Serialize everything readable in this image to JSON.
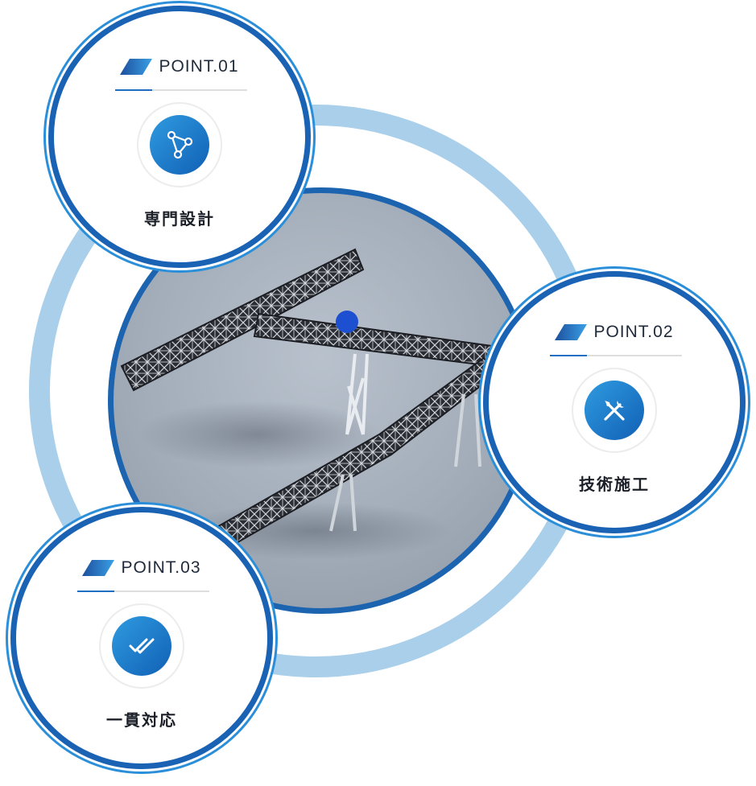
{
  "colors": {
    "ring": "#a9cfea",
    "accent": "#1a62b4",
    "icon_gradient_start": "#2f9be0",
    "icon_gradient_end": "#1160b5",
    "text": "#1b1f27"
  },
  "points": [
    {
      "label": "POINT.01",
      "title": "専門設計",
      "icon": "design-flow-icon"
    },
    {
      "label": "POINT.02",
      "title": "技術施工",
      "icon": "tools-icon"
    },
    {
      "label": "POINT.03",
      "title": "一貫対応",
      "icon": "double-check-icon"
    }
  ],
  "center_image": {
    "subject": "conveyor-structure-render"
  }
}
